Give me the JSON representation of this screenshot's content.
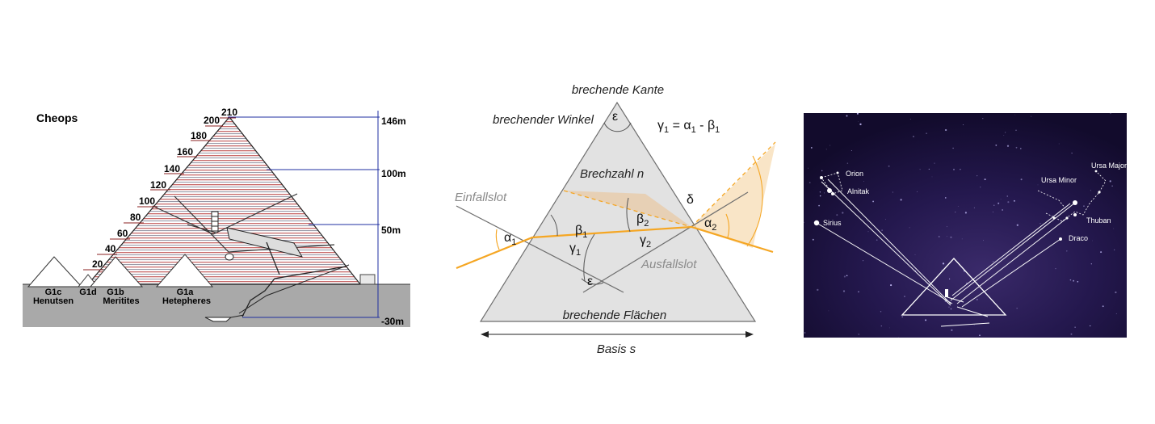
{
  "pyramid_section": {
    "title": "Cheops",
    "height_ticks": [
      "210",
      "200",
      "180",
      "160",
      "140",
      "120",
      "100",
      "80",
      "60",
      "40",
      "20"
    ],
    "meter_labels": [
      "146m",
      "100m",
      "50m",
      "-30m"
    ],
    "small_pyramids": [
      {
        "code": "G1c",
        "name": "Henutsen"
      },
      {
        "code": "G1d",
        "name": ""
      },
      {
        "code": "G1b",
        "name": "Meritites"
      },
      {
        "code": "G1a",
        "name": "Hetepheres"
      }
    ]
  },
  "prism": {
    "top_label": "brechende Kante",
    "angle_label": "brechender Winkel",
    "formula": {
      "lhs": "γ",
      "lhs_sub": "1",
      "eq": " = ",
      "a": "α",
      "a_sub": "1",
      "minus": " - ",
      "b": "β",
      "b_sub": "1"
    },
    "index_label": "Brechzahl n",
    "incidence_normal": "Einfallslot",
    "exit_normal": "Ausfallslot",
    "faces_label": "brechende Flächen",
    "base_label": "Basis s",
    "symbols": {
      "epsilon": "ε",
      "delta": "δ",
      "alpha": "α",
      "beta": "β",
      "gamma": "γ",
      "sub1": "1",
      "sub2": "2"
    },
    "colors": {
      "beam": "#f5a623",
      "prism_fill": "#e2e2e2",
      "delta_fill": "#f7dcb4",
      "normal": "#6e6e6e"
    }
  },
  "star_map": {
    "labels": [
      "Orion",
      "Alnitak",
      "Sirius",
      "Ursa Minor",
      "Ursa Major",
      "Thuban",
      "Draco"
    ],
    "background": "#1a1238"
  }
}
